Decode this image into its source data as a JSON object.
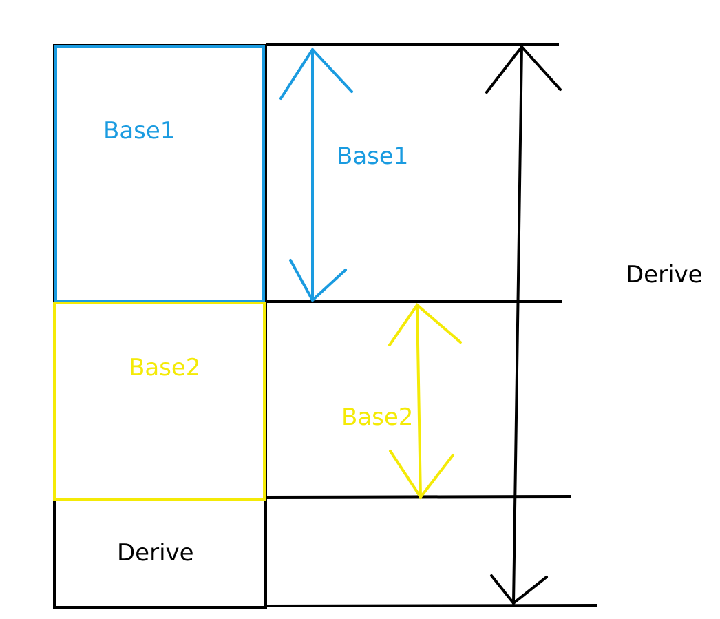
{
  "colors": {
    "base1": "#1a9be0",
    "base2": "#f4ea07",
    "derive": "#000000",
    "background": "#ffffff"
  },
  "labels": {
    "block_base1": "Base1",
    "block_base2": "Base2",
    "block_derive": "Derive",
    "arrow_base1": "Base1",
    "arrow_base2": "Base2",
    "arrow_derive": "Derive"
  }
}
